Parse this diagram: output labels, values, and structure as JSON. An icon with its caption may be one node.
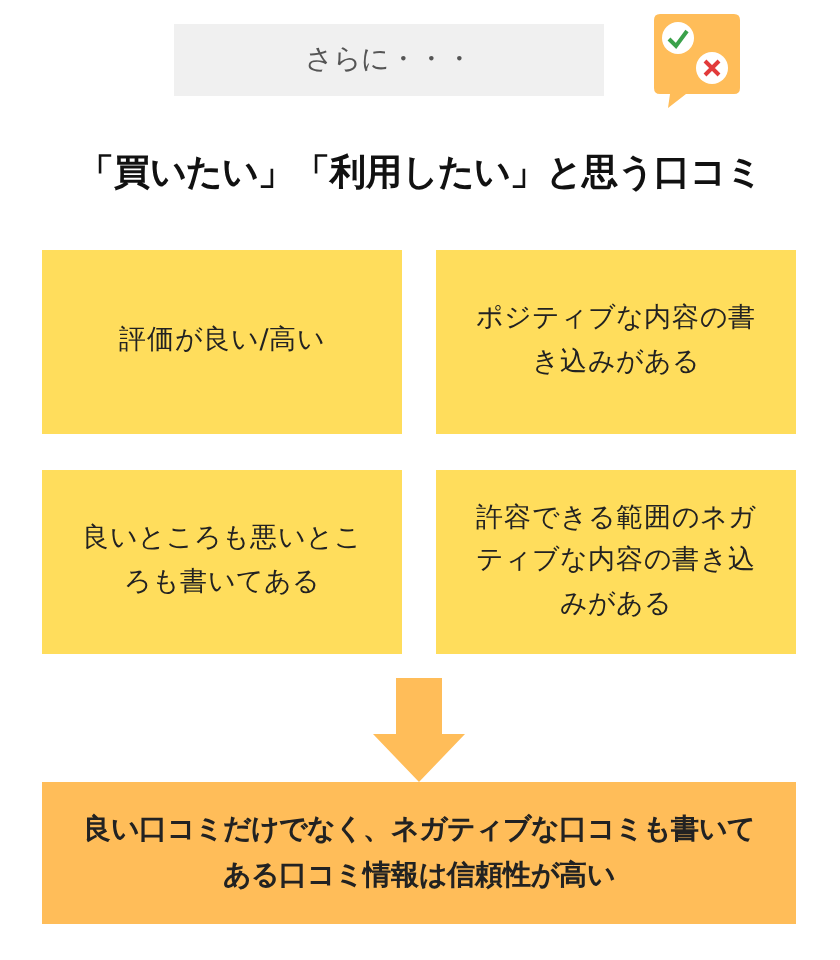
{
  "diagram": {
    "title": "「買いたい」「利用したい」と思う口コミ",
    "nodes": [
      {
        "text": [
          "さらに・・・"
        ]
      },
      {
        "text": [
          "評価が良い/高い"
        ]
      },
      {
        "text": [
          "ポジティブな内容の書き込みがある"
        ]
      },
      {
        "text": [
          "良いところも悪いところも書いてある"
        ]
      },
      {
        "text": [
          "許容できる範囲のネガティブな内容の書き込みがある"
        ]
      },
      {
        "text": [
          "良い口コミだけでなく、ネガティブな口コミも書いてある口コミ情報は信頼性が高い"
        ]
      }
    ],
    "edges": [
      {
        "from": null,
        "to": 5,
        "arrow": "to",
        "style": "thick"
      }
    ]
  }
}
